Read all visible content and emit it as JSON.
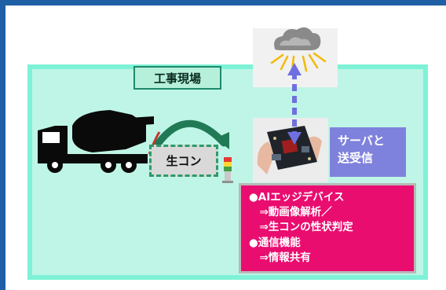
{
  "site_label": "工事現場",
  "concrete_label": "生コン",
  "server_label": [
    "サーバと",
    "送受信"
  ],
  "features": [
    "●AIエッジデバイス",
    "　⇒動画像解析／",
    "　⇒生コンの性状判定",
    "●通信機能",
    "　⇒情報共有"
  ],
  "colors": {
    "frame": "#1f5fa6",
    "site_fill": "#bff5e6",
    "feature_box": "#ea0d70",
    "server_box": "#7f82dc",
    "arrow_comm": "#6f6fe0",
    "arrow_curve": "#1f7a55"
  },
  "icons": [
    "cement-mixer-truck-icon",
    "curved-arrow-icon",
    "signal-tower-light-icon",
    "cloud-server-icon",
    "ai-edge-board-icon",
    "bidirectional-arrow-icon"
  ]
}
